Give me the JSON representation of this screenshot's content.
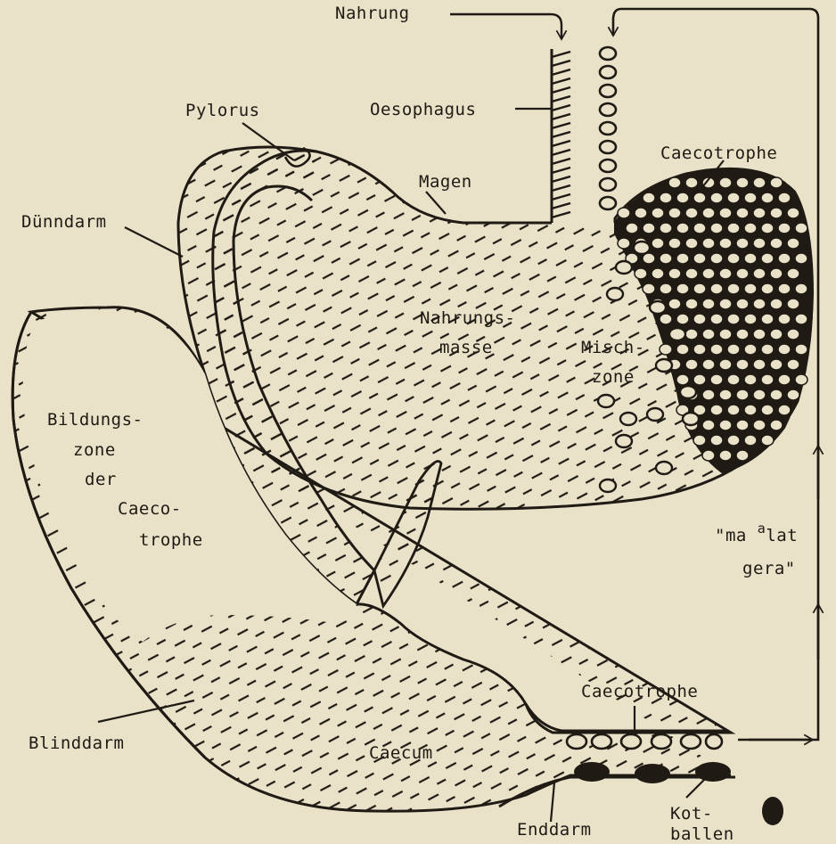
{
  "labels": {
    "nahrung": "Nahrung",
    "oesophagus": "Oesophagus",
    "pylorus": "Pylorus",
    "caecotrophe_top": "Caecotrophe",
    "magen": "Magen",
    "duenndarm": "Dünndarm",
    "nahrungsmasse_1": "Nahrungs-",
    "nahrungsmasse_2": "masse",
    "mischzone_1": "Misch-",
    "mischzone_2": "zone",
    "bildungszone_1": "Bildungs-",
    "bildungszone_2": "zone",
    "bildungszone_3": "der",
    "bildungszone_4": "Caeco-",
    "bildungszone_5": "trophe",
    "malat_1": "\"ma",
    "malat_sup": "a",
    "malat_2": "lat",
    "malat_3": "gera\"",
    "caecotrophe_bottom": "Caecotrophe",
    "blinddarm": "Blinddarm",
    "caecum": "Caecum",
    "enddarm": "Enddarm",
    "kotballen_1": "Kot-",
    "kotballen_2": "ballen"
  },
  "colors": {
    "ink": "#1f1a14",
    "paper": "#e9e1c8"
  }
}
